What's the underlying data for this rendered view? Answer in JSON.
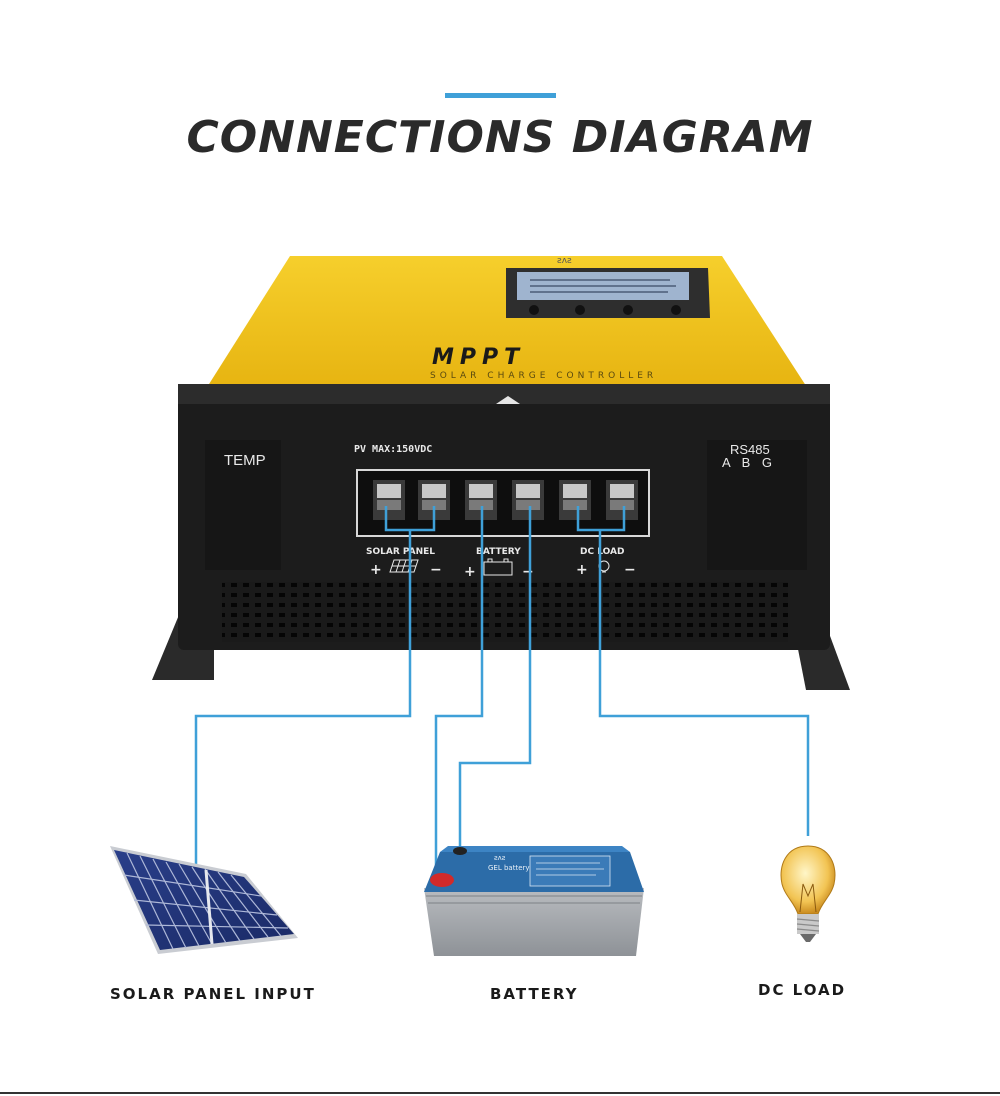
{
  "header": {
    "title": "CONNECTIONS DIAGRAM"
  },
  "controller": {
    "brand_mark": "ƨʌƨ",
    "model_text": "MPPT",
    "subtitle": "SOLAR CHARGE CONTROLLER",
    "temp_label": "TEMP",
    "pv_max_label": "PV MAX:150VDC",
    "rs485_label": "RS485",
    "rs485_pins": "A B G",
    "terminal_groups": [
      {
        "label": "SOLAR PANEL",
        "plus": "+",
        "minus": "−"
      },
      {
        "label": "BATTERY",
        "plus": "+",
        "minus": "−"
      },
      {
        "label": "DC LOAD",
        "plus": "+",
        "minus": "−"
      }
    ]
  },
  "battery": {
    "brand": "ƨʌƨ",
    "product": "GEL battery"
  },
  "captions": {
    "solar": "SOLAR PANEL INPUT",
    "battery": "BATTERY",
    "load": "DC LOAD"
  },
  "colors": {
    "wire": "#3fa0d8",
    "controller_top": "#f2c21a",
    "controller_front": "#1c1c1c",
    "accent": "#3fa0d8"
  }
}
